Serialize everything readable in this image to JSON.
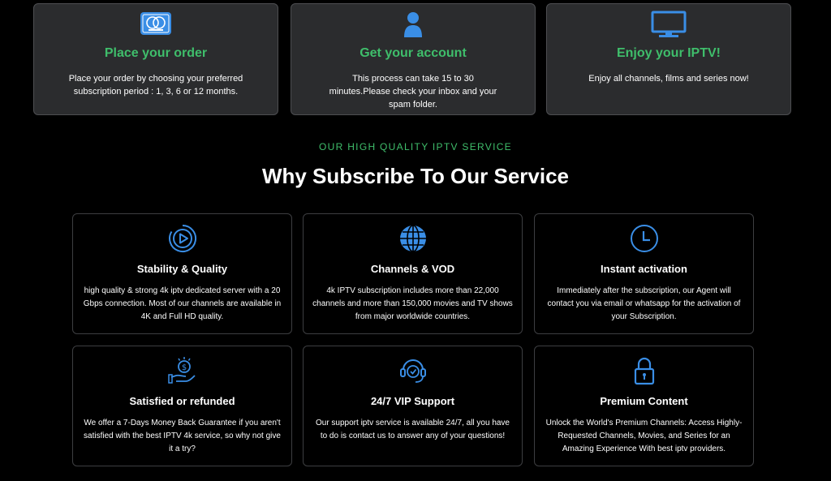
{
  "steps": [
    {
      "icon": "credit-card-icon",
      "title": "Place your order",
      "text": "Place your order by choosing your preferred subscription period : 1, 3, 6 or 12 months."
    },
    {
      "icon": "user-icon",
      "title": "Get your account",
      "text": "This process can take 15 to 30 minutes.Please check your inbox and your spam folder."
    },
    {
      "icon": "monitor-icon",
      "title": "Enjoy your IPTV!",
      "text": "Enjoy all channels, films and series now!"
    }
  ],
  "section": {
    "tagline": "OUR HIGH QUALITY IPTV SERVICE",
    "headline": "Why Subscribe To Our Service"
  },
  "features": [
    {
      "icon": "play-circle-icon",
      "title": "Stability & Quality",
      "text": "high quality & strong 4k iptv dedicated server with a 20 Gbps connection. Most of our channels are available in 4K and Full HD quality."
    },
    {
      "icon": "globe-icon",
      "title": "Channels & VOD",
      "text": "4k IPTV subscription includes more than 22,000 channels and more than 150,000 movies and TV shows from major worldwide countries."
    },
    {
      "icon": "clock-icon",
      "title": "Instant activation",
      "text": "Immediately after the subscription, our Agent will contact you via email or whatsapp for the activation of your Subscription."
    },
    {
      "icon": "money-back-icon",
      "title": "Satisfied or refunded",
      "text": "We offer a 7-Days Money Back Guarantee if you aren't satisfied with the best IPTV 4k service, so why not give it a try?"
    },
    {
      "icon": "headset-icon",
      "title": "24/7 VIP Support",
      "text": "Our support iptv service is available 24/7, all you have to do is contact us to answer any of your questions!"
    },
    {
      "icon": "lock-icon",
      "title": "Premium Content",
      "text": "Unlock the World's Premium Channels: Access Highly-Requested Channels, Movies, and Series for an Amazing Experience With best iptv providers."
    }
  ],
  "colors": {
    "accent_green": "#3fbe6b",
    "icon_blue": "#3a8ee6",
    "card_bg": "#2b2c2e",
    "page_bg": "#000000"
  }
}
